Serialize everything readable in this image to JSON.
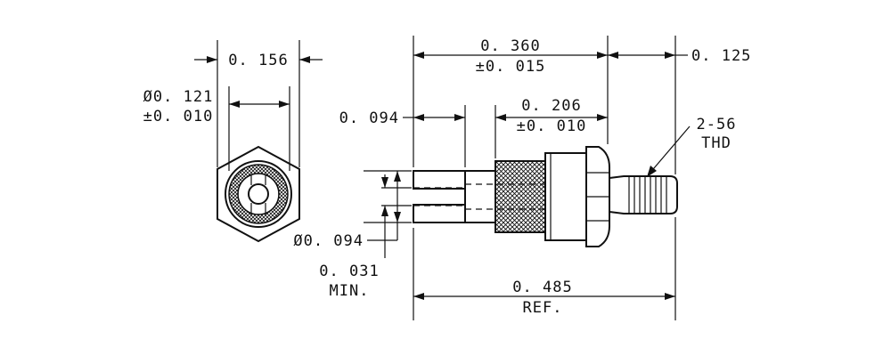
{
  "labels": {
    "dim_hex_width": "0. 156",
    "dim_diameter_inner": "Ø0. 121",
    "dim_diameter_inner_tol": "±0. 010",
    "dim_overall_length": "0. 360",
    "dim_overall_length_tol": "±0. 015",
    "dim_thread_length": "0. 125",
    "dim_slot_depth": "0. 094",
    "dim_shoulder_length": "0. 206",
    "dim_shoulder_length_tol": "±0. 010",
    "thread_spec": "2-56",
    "thread_suffix": "THD",
    "dim_pin_diameter": "Ø0. 094",
    "dim_slot_width": "0. 031",
    "dim_slot_width_note": "MIN.",
    "dim_reference_length": "0. 485",
    "dim_reference_note": "REF."
  },
  "colors": {
    "ink": "#111111",
    "paper": "#ffffff"
  }
}
